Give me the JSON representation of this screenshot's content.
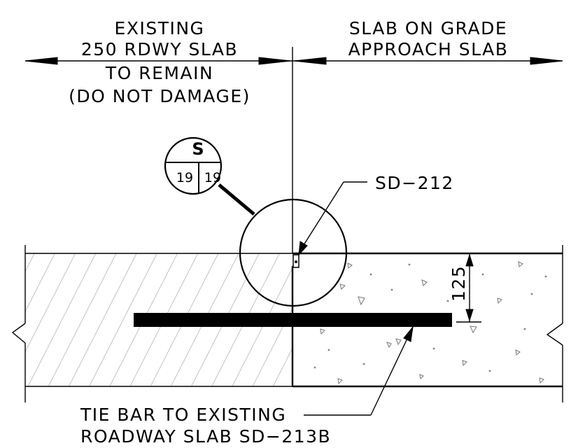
{
  "labels": {
    "existing": [
      "EXISTING",
      "250 RDWY SLAB",
      "TO REMAIN",
      "(DO NOT DAMAGE)"
    ],
    "new": [
      "SLAB ON GRADE",
      "APPROACH SLAB"
    ],
    "joint_callout": "SD−212",
    "tie_bar": [
      "TIE BAR TO EXISTING",
      "ROADWAY SLAB SD−213B"
    ],
    "dimension": "125"
  },
  "detail_marker": {
    "letter": "S",
    "left_number": "19",
    "right_number": "19"
  }
}
